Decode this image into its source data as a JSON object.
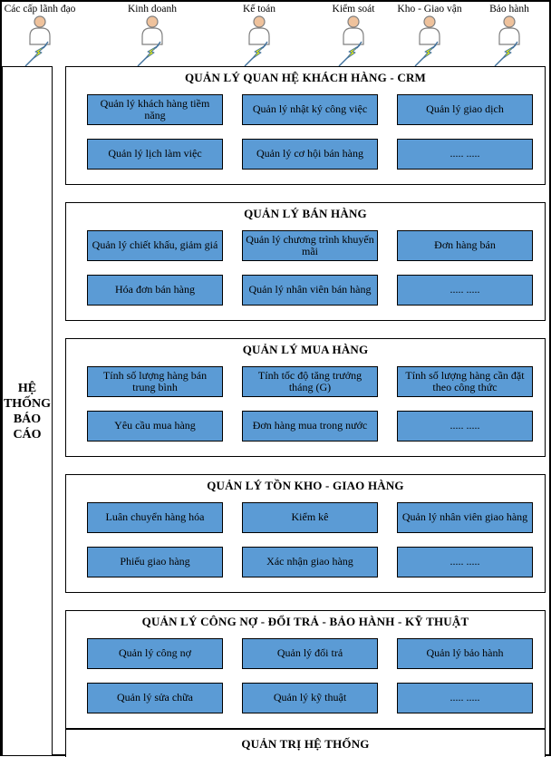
{
  "actors": [
    {
      "label": "Các cấp lãnh đạo"
    },
    {
      "label": "Kinh doanh"
    },
    {
      "label": "Kế toán"
    },
    {
      "label": "Kiểm soát"
    },
    {
      "label": "Kho - Giao vận"
    },
    {
      "label": "Bảo hành"
    }
  ],
  "sidebar": {
    "lines": [
      "HỆ",
      "THỐNG",
      "BÁO",
      "CÁO"
    ]
  },
  "sections": [
    {
      "title": "QUẢN LÝ QUAN HỆ KHÁCH HÀNG - CRM",
      "buttons": [
        "Quản lý khách hàng tiềm năng",
        "Quản lý nhật ký công việc",
        "Quản lý giao dịch",
        "Quản lý lịch làm việc",
        "Quản lý cơ hội bán hàng",
        "..... ....."
      ]
    },
    {
      "title": "QUẢN LÝ BÁN HÀNG",
      "buttons": [
        "Quản lý chiết khấu, giảm giá",
        "Quản lý chương trình khuyến mãi",
        "Đơn hàng bán",
        "Hóa đơn bán hàng",
        "Quản lý nhân viên bán hàng",
        "..... ....."
      ]
    },
    {
      "title": "QUẢN LÝ MUA HÀNG",
      "buttons": [
        "Tính số lượng hàng bán trung bình",
        "Tính tốc độ tăng trưởng tháng (G)",
        "Tính số lượng hàng cần đặt theo công thức",
        "Yêu cầu mua hàng",
        "Đơn hàng mua trong nước",
        "..... ....."
      ]
    },
    {
      "title": "QUẢN LÝ TỒN KHO - GIAO HÀNG",
      "buttons": [
        "Luân chuyển hàng hóa",
        "Kiểm kê",
        "Quản lý nhân viên giao hàng",
        "Phiếu giao hàng",
        "Xác nhận giao hàng",
        "..... ....."
      ]
    },
    {
      "title": "QUẢN LÝ CÔNG NỢ - ĐỔI TRẢ - BẢO HÀNH - KỸ THUẬT",
      "buttons": [
        "Quản lý công nợ",
        "Quản lý đổi trả",
        "Quản lý bảo hành",
        "Quản lý sửa chữa",
        "Quản lý kỹ thuật",
        "..... ....."
      ]
    },
    {
      "title": "QUẢN TRỊ HỆ THỐNG",
      "buttons": []
    }
  ],
  "colors": {
    "module_fill": "#5B9BD5",
    "module_border": "#000000",
    "bolt_fill": "#FFFF00",
    "bolt_stroke": "#41719C",
    "head_fill": "#EFC29C",
    "outline": "#7F7F7F"
  }
}
